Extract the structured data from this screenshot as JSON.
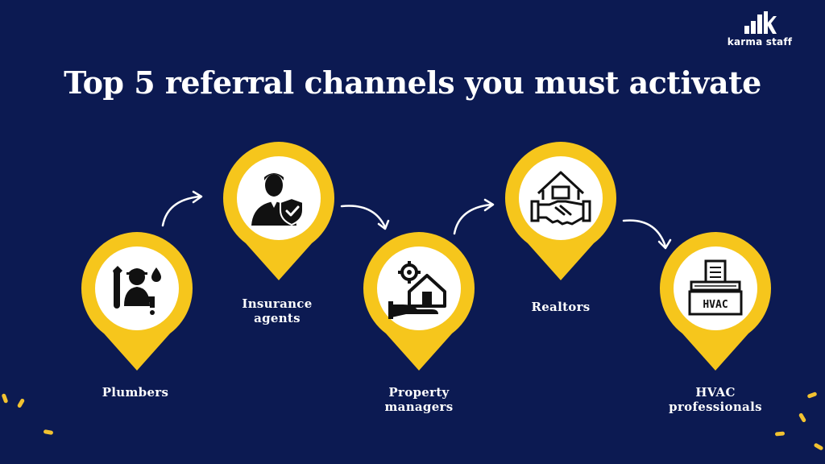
{
  "brand": {
    "name": "karma staff"
  },
  "title": "Top 5 referral channels you must activate",
  "colors": {
    "background": "#0c1a52",
    "pin_yellow": "#f6c61c",
    "pin_inner": "#ffffff",
    "text": "#ffffff",
    "icon": "#111111"
  },
  "channels": [
    {
      "label_lines": [
        "Plumbers"
      ],
      "icon": "plumber-icon"
    },
    {
      "label_lines": [
        "Insurance",
        "agents"
      ],
      "icon": "insurance-agent-icon"
    },
    {
      "label_lines": [
        "Property",
        "managers"
      ],
      "icon": "property-manager-icon"
    },
    {
      "label_lines": [
        "Realtors"
      ],
      "icon": "realtor-handshake-icon"
    },
    {
      "label_lines": [
        "HVAC",
        "professionals"
      ],
      "icon": "hvac-icon",
      "icon_text": "HVAC"
    }
  ]
}
